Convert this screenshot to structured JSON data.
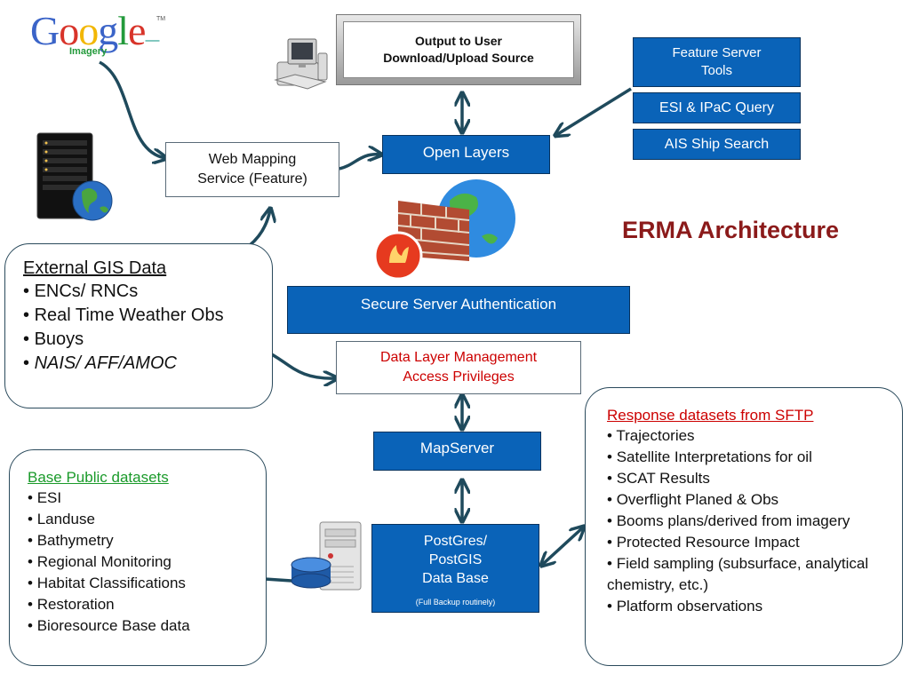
{
  "title": "ERMA Architecture",
  "google_logo": {
    "brand": "Google",
    "trademark": "TM",
    "sub": "Imagery"
  },
  "output_box": {
    "line1": "Output to User",
    "line2": "Download/Upload Source"
  },
  "feature_server_tools": {
    "line1": "Feature Server",
    "line2": "Tools"
  },
  "esi_ipac_query": "ESI & IPaC Query",
  "ais_ship_search": "AIS Ship Search",
  "open_layers": "Open Layers",
  "web_mapping": {
    "line1": "Web Mapping",
    "line2": "Service (Feature)"
  },
  "secure_server": "Secure Server Authentication",
  "data_layer": {
    "line1": "Data Layer Management",
    "line2": "Access Privileges"
  },
  "mapserver": "MapServer",
  "postgres": {
    "line1": "PostGres/",
    "line2": "PostGIS",
    "line3": "Data Base",
    "note": "(Full Backup routinely)"
  },
  "external_gis": {
    "heading": "External GIS Data",
    "items": [
      "ENCs/ RNCs",
      "Real Time Weather Obs",
      "Buoys",
      "NAIS/ AFF/AMOC"
    ]
  },
  "base_public": {
    "heading": "Base Public datasets",
    "items": [
      "ESI",
      "Landuse",
      "Bathymetry",
      "Regional Monitoring",
      "Habitat Classifications",
      "Restoration",
      "Bioresource Base data"
    ]
  },
  "response_datasets": {
    "heading": "Response datasets from SFTP",
    "items": [
      "Trajectories",
      "Satellite Interpretations for oil",
      "SCAT Results",
      "Overflight Planed & Obs",
      "Booms plans/derived  from imagery",
      "Protected Resource Impact",
      "Field sampling (subsurface, analytical chemistry, etc.)",
      "Platform observations"
    ]
  },
  "colors": {
    "box_blue": "#0a63b8",
    "title_red": "#8b1a1a",
    "link_red": "#cc0000",
    "link_green": "#1a9a2a",
    "arrow": "#1f4a5c"
  },
  "icons": [
    "google-imagery-logo",
    "computer-icon",
    "server-rack-icon",
    "globe-icon",
    "firewall-icon",
    "database-server-icon"
  ]
}
